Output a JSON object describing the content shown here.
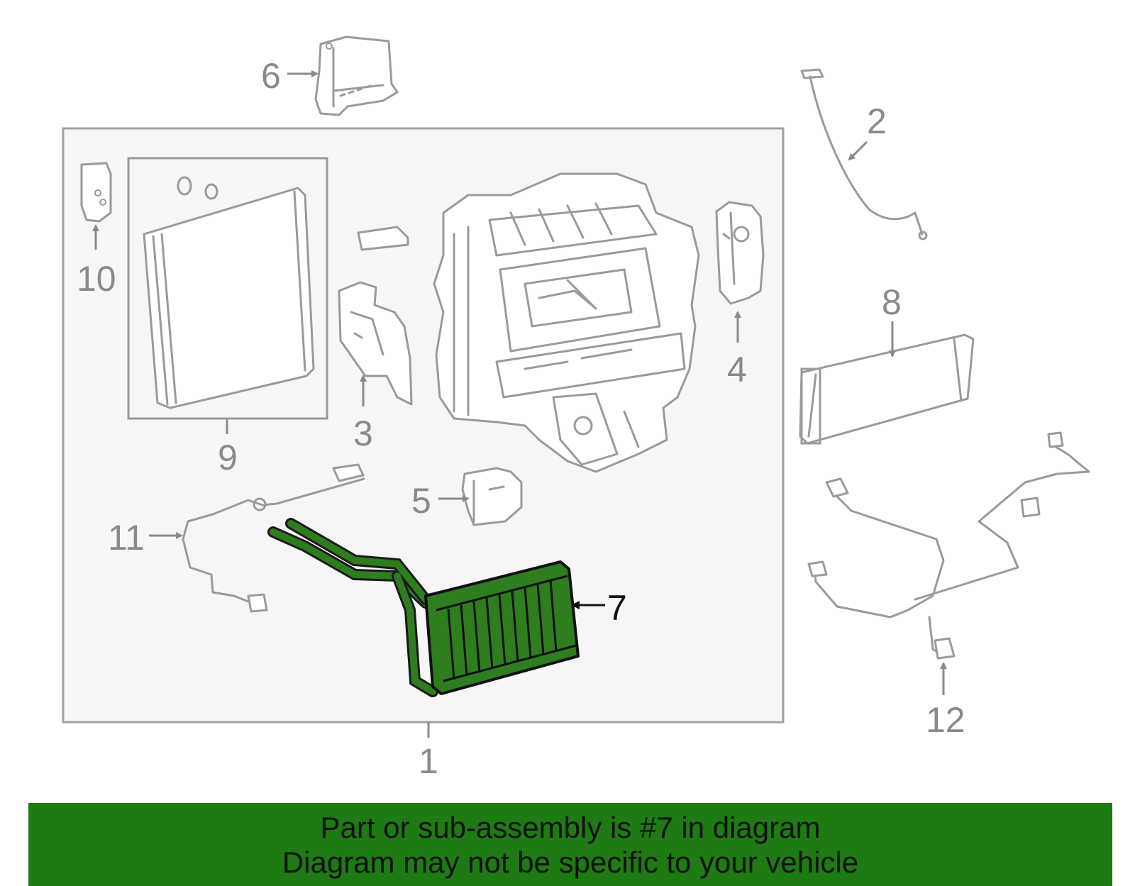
{
  "labels": {
    "p1": "1",
    "p2": "2",
    "p3": "3",
    "p4": "4",
    "p5": "5",
    "p6": "6",
    "p7": "7",
    "p8": "8",
    "p9": "9",
    "p10": "10",
    "p11": "11",
    "p12": "12"
  },
  "highlight_color": "#2e7d1f",
  "banner": {
    "line1": "Part or sub-assembly is #7 in diagram",
    "line2": "Diagram may not be specific to your vehicle",
    "background": "#1e7a12"
  }
}
